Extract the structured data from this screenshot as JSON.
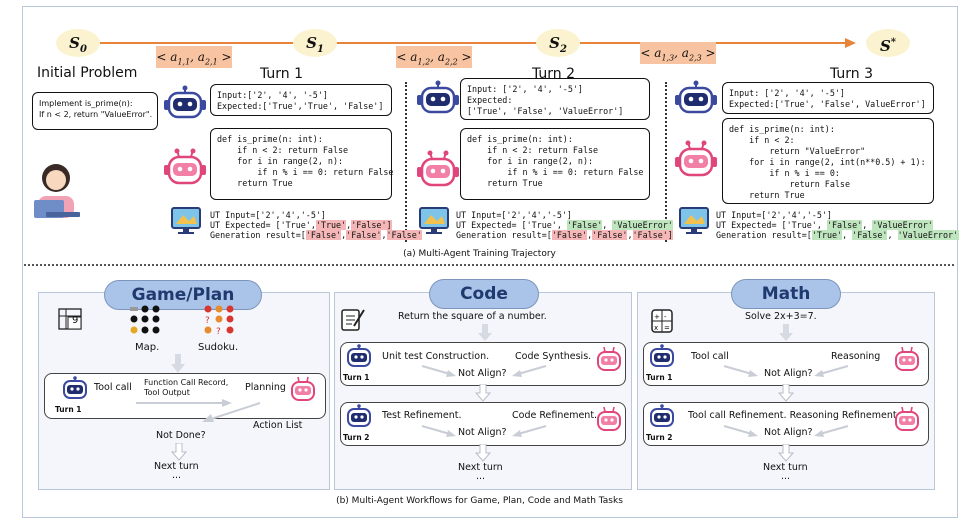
{
  "trajectory": {
    "states": [
      "S",
      "S",
      "S",
      "S"
    ],
    "state_subs": [
      "0",
      "1",
      "2",
      ""
    ],
    "state_sups": [
      "",
      "",
      "",
      "*"
    ],
    "actions": [
      "< a",
      "< a",
      "< a"
    ],
    "action_subs": [
      [
        "1,1",
        "2,1"
      ],
      [
        "1,2",
        "2,2"
      ],
      [
        "1,3",
        "2,3"
      ]
    ],
    "initial_problem": "Initial Problem",
    "problem_text": "Implement is_prime(n):\nIf n < 2, return \"ValueError\".",
    "turns": [
      "Turn 1",
      "Turn 2",
      "Turn 3"
    ],
    "tester_outputs": [
      "Input:['2', '4', '-5']\nExpected:['True','True', 'False']",
      "Input: ['2', '4', '-5']\nExpected:\n['True', 'False', 'ValueError']",
      "Input: ['2', '4', '-5']\nExpected:['True', 'False', ValueError']"
    ],
    "coder_outputs": [
      "def is_prime(n: int):\n    if n < 2: return False\n    for i in range(2, n):\n        if n % i == 0: return False\n    return True",
      "def is_prime(n: int):\n    if n < 2: return False\n    for i in range(2, n):\n        if n % i == 0: return False\n    return True",
      "def is_prime(n: int):\n    if n < 2:\n        return \"ValueError\"\n    for i in range(2, int(n**0.5) + 1):\n        if n % i == 0:\n            return False\n    return True"
    ],
    "ut": [
      {
        "input": "UT Input=['2','4','-5']",
        "exp_prefix": "UT Expected= ['True',",
        "exp_vals": [
          "'True'",
          "'False']"
        ],
        "gen_prefix": "Generation result=[",
        "gen_vals": [
          "'False'",
          "'False'",
          "'False'"
        ]
      },
      {
        "input": "UT Input=['2','4','-5']",
        "exp_prefix": "UT Expected= ['True',",
        "exp_vals": [
          "'False'",
          "'ValueError'"
        ],
        "gen_prefix": "Generation result=[",
        "gen_vals": [
          "'False'",
          "'False'",
          "'False']"
        ]
      },
      {
        "input": "UT Input=['2','4','-5']",
        "exp_prefix": "UT Expected= ['True',",
        "exp_vals": [
          "'False'",
          "'ValueError'"
        ],
        "gen_prefix": "Generation result=[",
        "gen_vals": [
          "'True'",
          "'False'",
          "'ValueError']"
        ]
      }
    ],
    "caption": "(a) Multi-Agent Training Trajectory"
  },
  "workflows": {
    "caption": "(b) Multi-Agent Workflows for Game, Plan, Code and Math Tasks",
    "game": {
      "title": "Game/Plan",
      "icon_text": "9",
      "map_label": "Map.",
      "sudoku_label": "Sudoku.",
      "tool_call": "Tool call",
      "record": "Function Call Record,\nTool Output",
      "planning": "Planning",
      "action_list": "Action List",
      "not_done": "Not Done?",
      "turn1": "Turn 1",
      "next_turn": "Next turn",
      "ellipsis": "..."
    },
    "code": {
      "title": "Code",
      "prompt": "Return the square of a number.",
      "t1_left": "Unit test Construction.",
      "t1_right": "Code Synthesis.",
      "not_align": "Not Align?",
      "t2_left": "Test Refinement.",
      "t2_right": "Code Refinement.",
      "turn1": "Turn 1",
      "turn2": "Turn 2",
      "next_turn": "Next turn",
      "ellipsis": "..."
    },
    "math": {
      "title": "Math",
      "prompt": "Solve 2x+3=7.",
      "t1_left": "Tool call",
      "t1_right": "Reasoning",
      "not_align": "Not Align?",
      "t2_text": "Tool call Refinement. Reasoning Refinement",
      "turn1": "Turn 1",
      "turn2": "Turn 2",
      "next_turn": "Next turn",
      "ellipsis": "..."
    }
  },
  "colors": {
    "tester": "#3b4aa0",
    "coder": "#e0457b",
    "arrow": "#e8833a",
    "panel_title": "#aac3e8"
  }
}
